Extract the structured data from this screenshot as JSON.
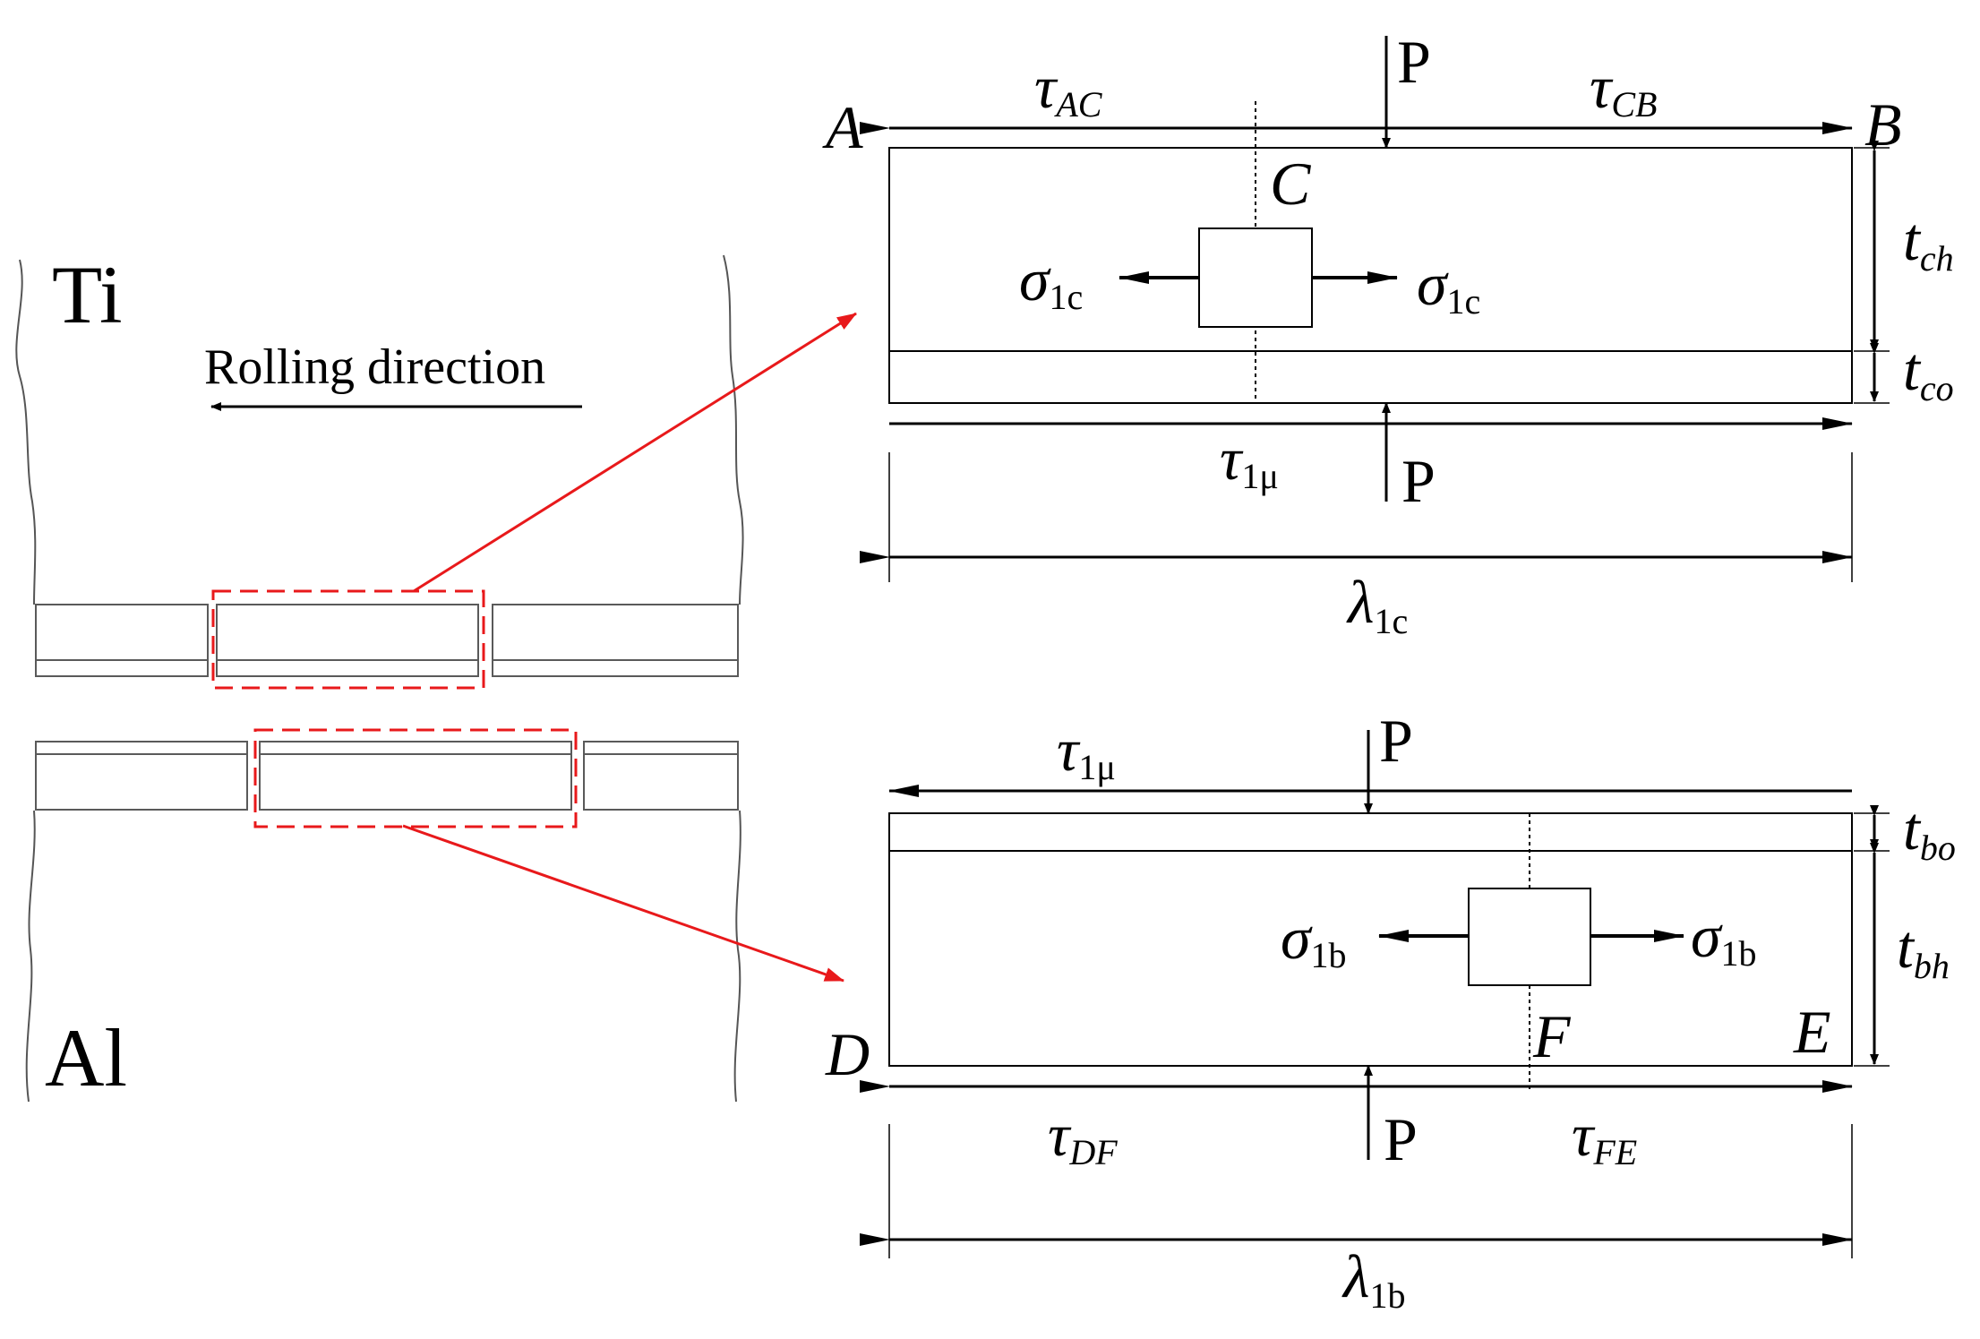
{
  "left": {
    "metal_top": "Ti",
    "metal_bottom": "Al",
    "direction_label": "Rolling direction"
  },
  "top_beam": {
    "point_a": "A",
    "point_b": "B",
    "point_c": "C",
    "load": "P",
    "shear_left": {
      "sym": "τ",
      "sub": "AC"
    },
    "shear_right": {
      "sym": "τ",
      "sub": "CB"
    },
    "shear_bottom": {
      "sym": "τ",
      "sub": "1μ"
    },
    "stress_left": {
      "sym": "σ",
      "sub": "1c"
    },
    "stress_right": {
      "sym": "σ",
      "sub": "1c"
    },
    "thickness_main": {
      "sym": "t",
      "sub": "ch"
    },
    "thickness_layer": {
      "sym": "t",
      "sub": "co"
    },
    "length": {
      "sym": "λ",
      "sub": "1c"
    }
  },
  "bottom_beam": {
    "point_d": "D",
    "point_e": "E",
    "point_f": "F",
    "load": "P",
    "shear_top": {
      "sym": "τ",
      "sub": "1μ"
    },
    "shear_left": {
      "sym": "τ",
      "sub": "DF"
    },
    "shear_right": {
      "sym": "τ",
      "sub": "FE"
    },
    "stress_left": {
      "sym": "σ",
      "sub": "1b"
    },
    "stress_right": {
      "sym": "σ",
      "sub": "1b"
    },
    "thickness_layer": {
      "sym": "t",
      "sub": "bo"
    },
    "thickness_main": {
      "sym": "t",
      "sub": "bh"
    },
    "length": {
      "sym": "λ",
      "sub": "1b"
    }
  },
  "colors": {
    "line": "#000000",
    "highlight": "#e8191b",
    "strip": "#5a5a5a"
  }
}
